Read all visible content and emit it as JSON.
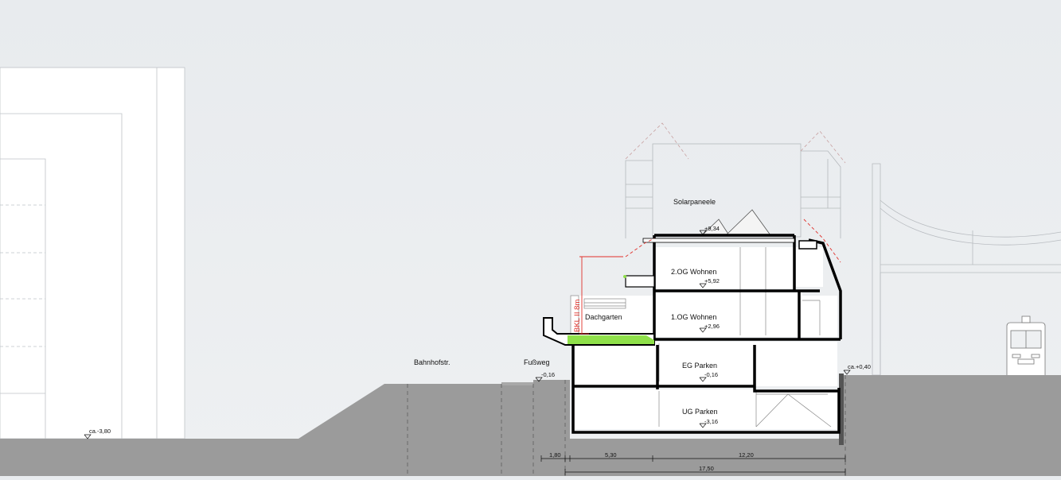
{
  "rooms": {
    "og2": "2.OG Wohnen",
    "og1": "1.OG Wohnen",
    "eg": "EG Parken",
    "ug": "UG Parken",
    "roof_garden": "Dachgarten"
  },
  "labels": {
    "solar": "Solarpaneele",
    "street": "Bahnhofstr.",
    "footpath": "Fußweg",
    "height_limit": "BKL II 8m"
  },
  "levels": {
    "roof": "+9,34",
    "og2": "+5,92",
    "og1": "+2,96",
    "eg": "-0,16",
    "ug": "-3,16",
    "footpath": "-0,16",
    "street_left": "ca.-3,80",
    "rail": "ca.+0,40"
  },
  "dimensions": {
    "d1": "1,80",
    "d2": "5,30",
    "d3": "12,20",
    "total": "17,50"
  },
  "colors": {
    "ground": "#9b9b9b",
    "structure": "#000000",
    "accent_green": "#8fe04a",
    "limit_red": "#e0302a"
  }
}
